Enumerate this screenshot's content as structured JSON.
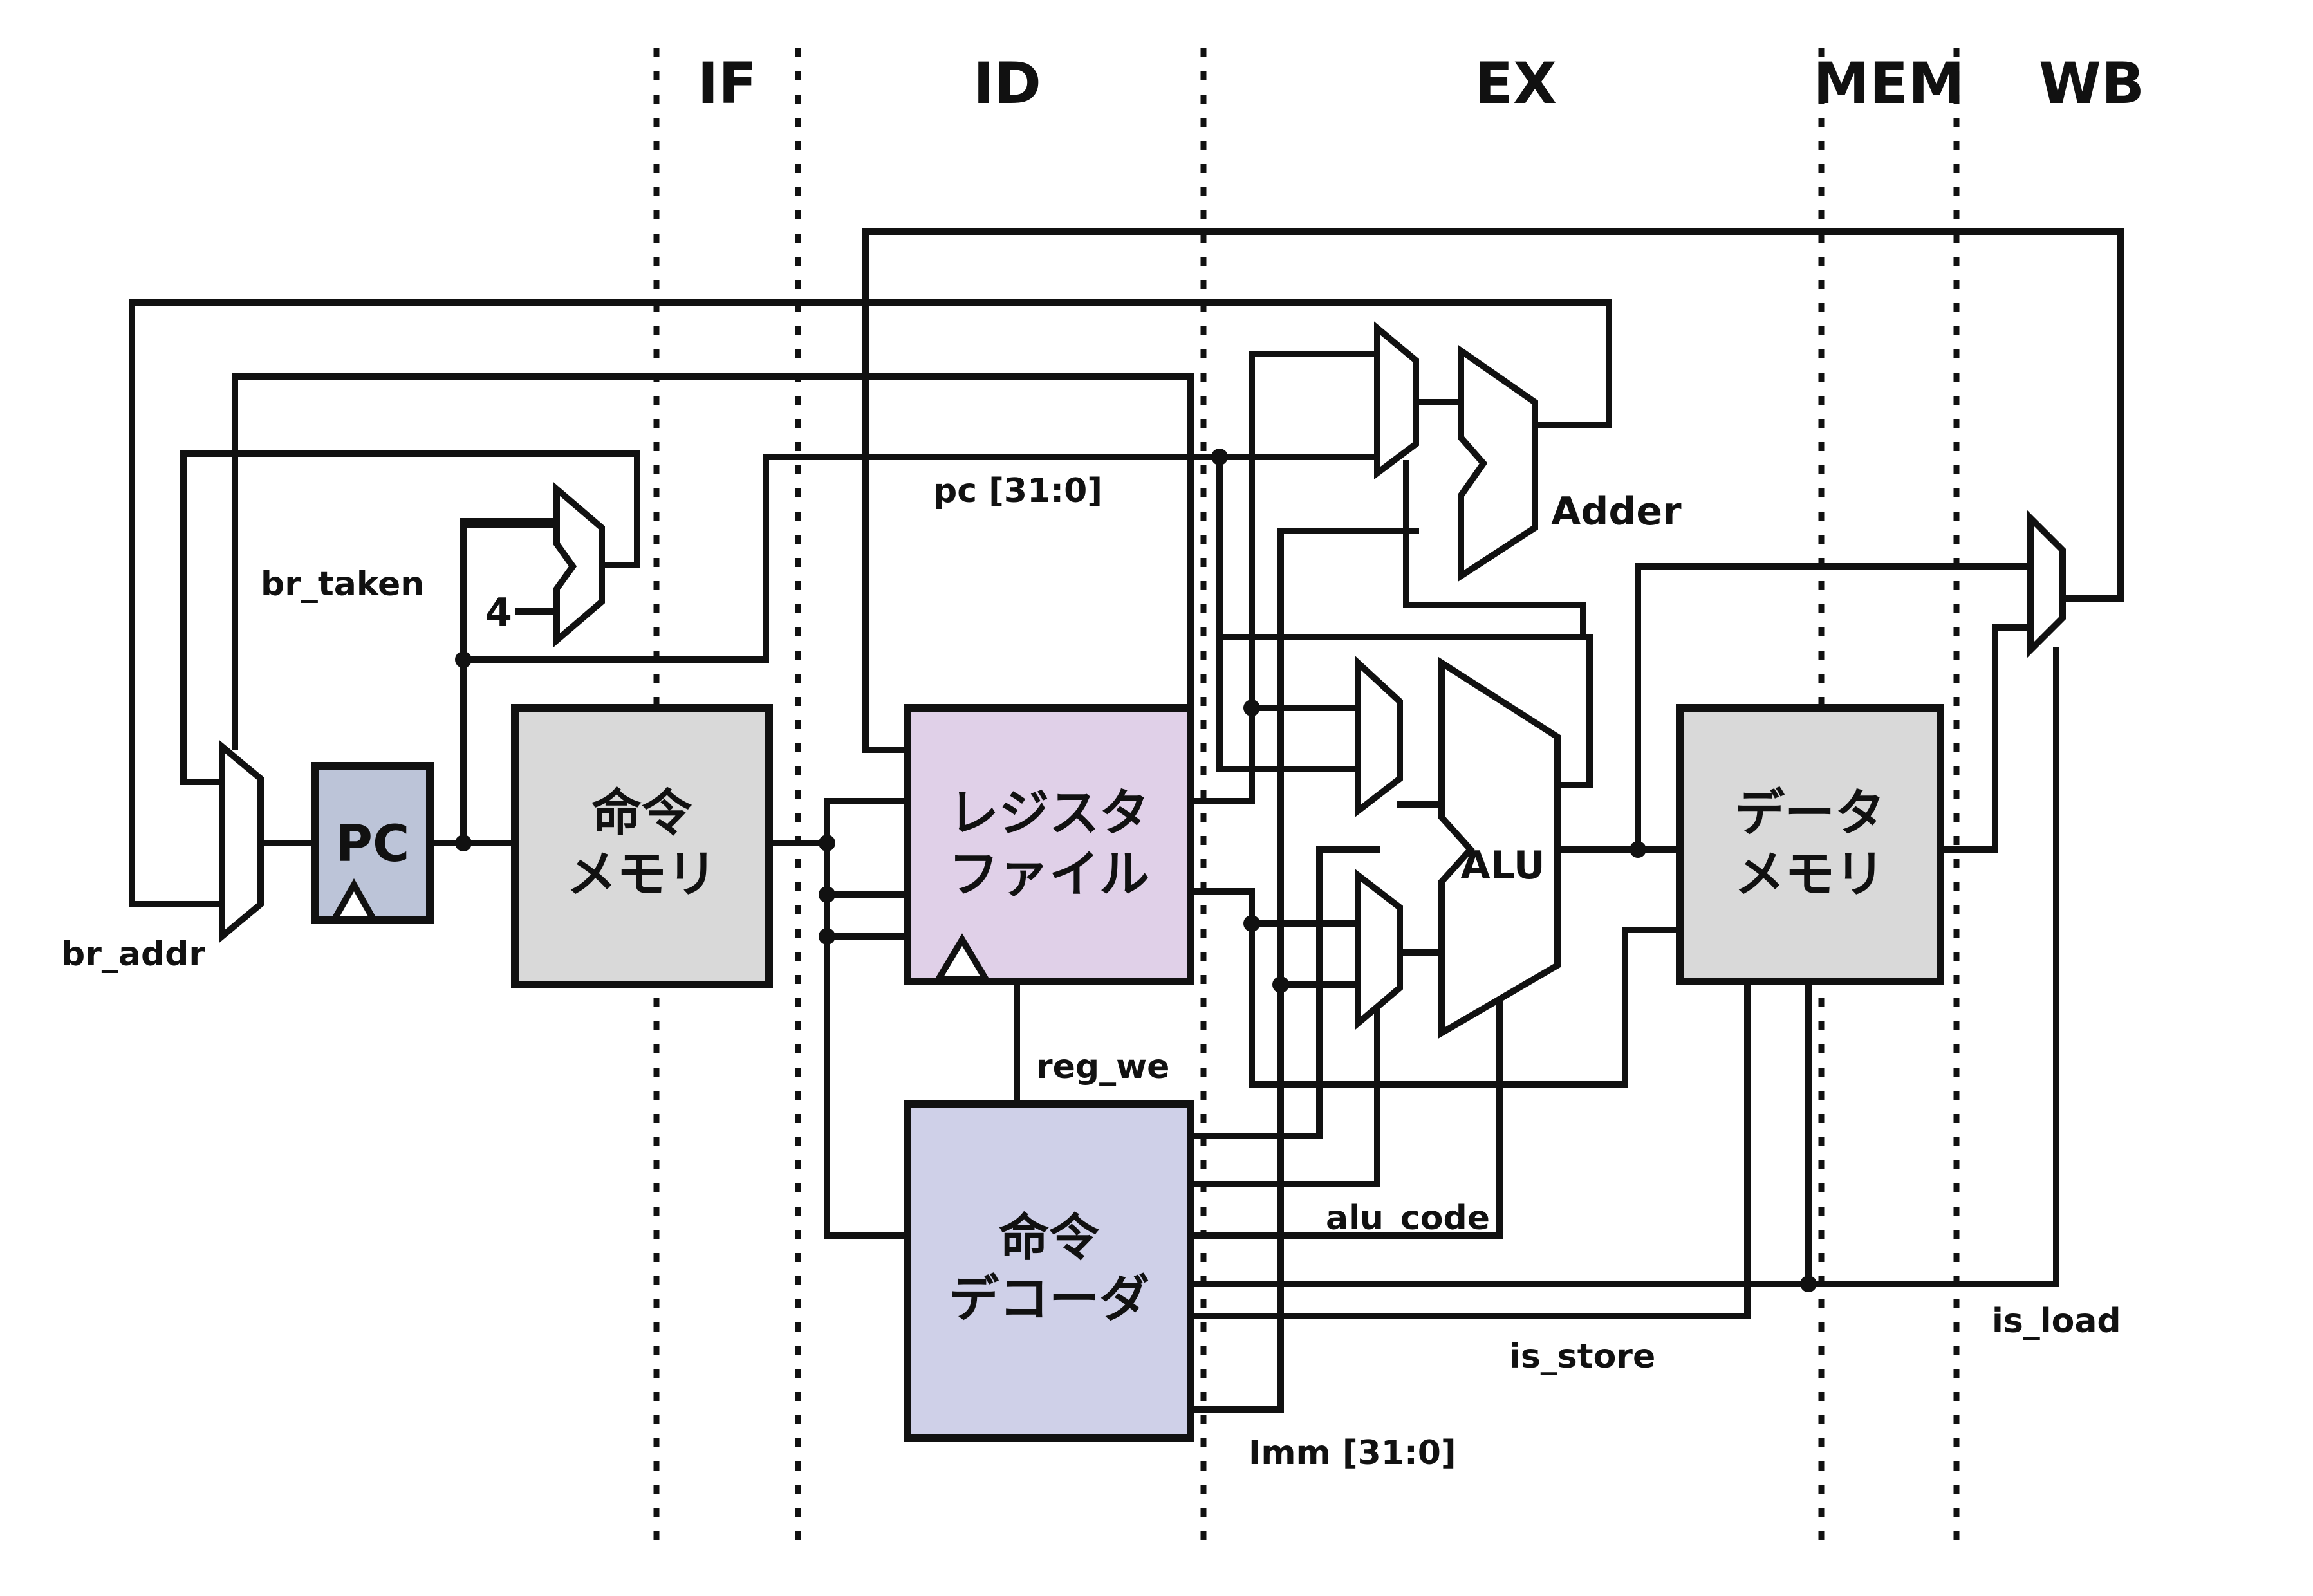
{
  "stages": [
    "IF",
    "ID",
    "EX",
    "MEM",
    "WB"
  ],
  "blocks": {
    "pc": "PC",
    "imem": [
      "命令",
      "メモリ"
    ],
    "regfile": [
      "レジスタ",
      "ファイル"
    ],
    "decoder": [
      "命令",
      "デコーダ"
    ],
    "dmem": [
      "データ",
      "メモリ"
    ],
    "alu": "ALU",
    "adder": "Adder",
    "const4": "4"
  },
  "signals": {
    "br_taken": "br_taken",
    "br_addr": "br_addr",
    "pc_bus": "pc [31:0]",
    "reg_we": "reg_we",
    "alu_code": "alu_code",
    "is_store": "is_store",
    "is_load": "is_load",
    "imm": "Imm [31:0]"
  },
  "colors": {
    "pc": "#bcc4d8",
    "memory": "#d9d9d9",
    "regfile": "#e0d0e8",
    "decoder": "#cfd0e8",
    "alu": "#d1e0e6",
    "mux": "#ffffff"
  }
}
